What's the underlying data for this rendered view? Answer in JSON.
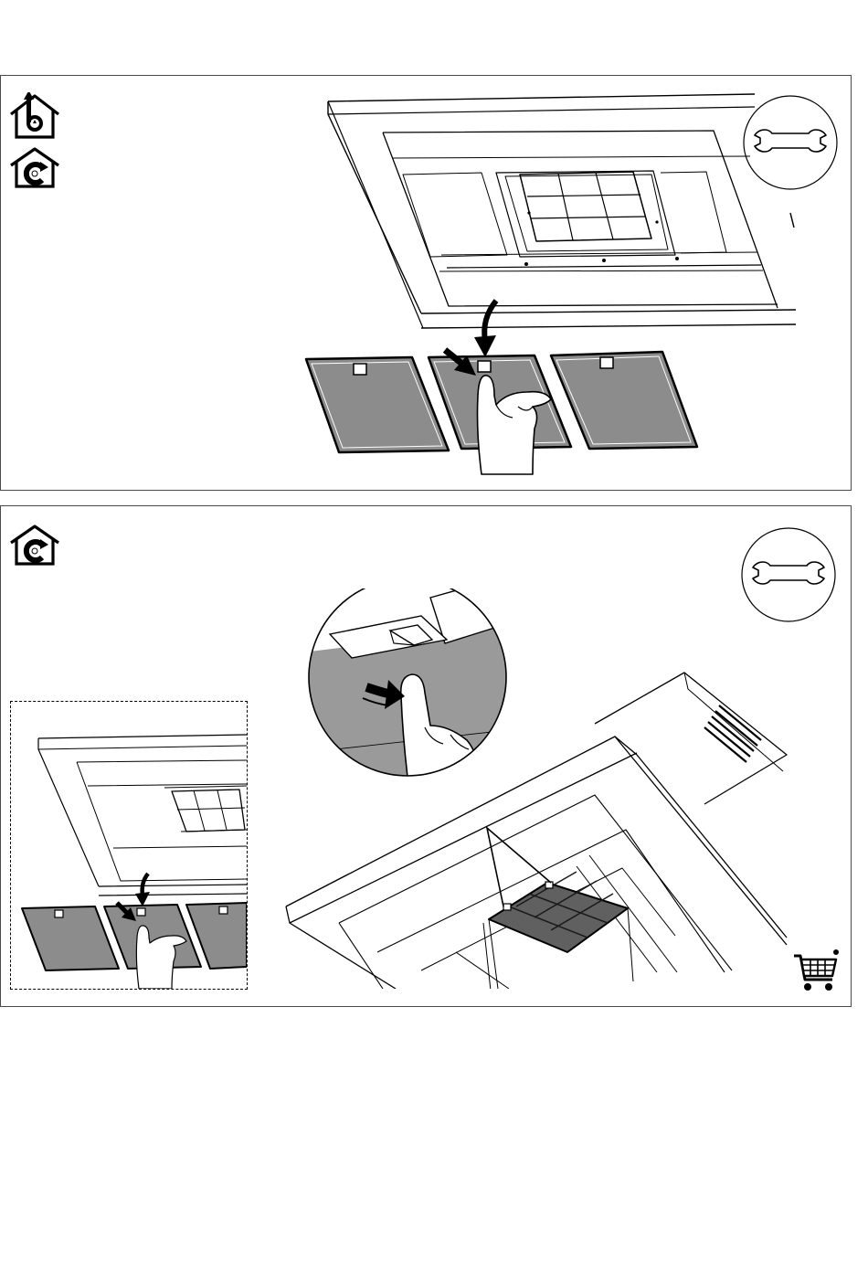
{
  "document": {
    "type": "installation-manual-page",
    "panels": [
      {
        "id": "panel-1",
        "mode_icons": [
          "ducted-extraction-icon",
          "recirculation-icon"
        ],
        "tool_icon": "wrench-icon",
        "illustration": "remove-grease-filters-illustration"
      },
      {
        "id": "panel-2",
        "mode_icons": [
          "recirculation-icon"
        ],
        "tool_icon": "wrench-icon",
        "extra_icon": "shopping-cart-icon",
        "illustration": "install-charcoal-filter-illustration"
      }
    ]
  },
  "colors": {
    "line": "#000000",
    "filter_fill": "#8c8c8c",
    "zoom_fill": "#9a9a9a",
    "panel_border": "#4a4a4a"
  }
}
